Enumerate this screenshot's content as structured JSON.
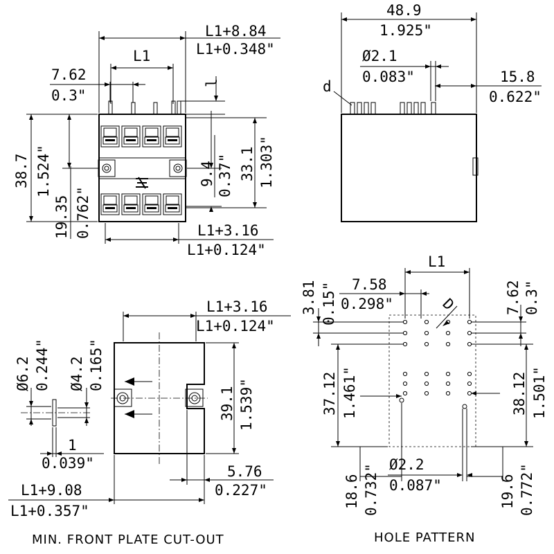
{
  "front_view": {
    "width_mm": "L1+8.84",
    "width_in": "L1+0.348\"",
    "pitch_label": "L1",
    "pin_pitch_mm": "7.62",
    "pin_pitch_in": "0.3\"",
    "pin_len": "l",
    "height_mm": "38.7",
    "height_in": "1.524\"",
    "half_height_mm": "19.35",
    "half_height_in": "0.762\"",
    "screw_offset_mm": "9.4",
    "screw_offset_in": "0.37\"",
    "body_height_mm": "33.1",
    "body_height_in": "1.303\"",
    "bottom_width_mm": "L1+3.16",
    "bottom_width_in": "L1+0.124\""
  },
  "side_view": {
    "width_mm": "48.9",
    "width_in": "1.925\"",
    "pin_dia_mm": "Ø2.1",
    "pin_dia_in": "0.083\"",
    "offset_mm": "15.8",
    "offset_in": "0.622\"",
    "d_label": "d"
  },
  "cutout": {
    "caption": "MIN. FRONT PLATE CUT-OUT",
    "width_mm": "L1+3.16",
    "width_in": "L1+0.124\"",
    "height_mm": "39.1",
    "height_in": "1.539\"",
    "flange_mm": "5.76",
    "flange_in": "0.227\"",
    "outer_mm": "L1+9.08",
    "outer_in": "L1+0.357\"",
    "washer_outer_mm": "Ø6.2",
    "washer_outer_in": "0.244\"",
    "washer_inner_mm": "Ø4.2",
    "washer_inner_in": "0.165\"",
    "washer_thk_mm": "1",
    "washer_thk_in": "0.039\""
  },
  "hole_pattern": {
    "caption": "HOLE PATTERN",
    "pitch_label": "L1",
    "row_gap_mm": "3.81",
    "row_gap_in": "0.15\"",
    "col_pitch_mm": "7.58",
    "col_pitch_in": "0.298\"",
    "d_label": "D",
    "right_pitch_mm": "7.62",
    "right_pitch_in": "0.3\"",
    "left_height_mm": "37.12",
    "left_height_in": "1.461\"",
    "right_height_mm": "38.12",
    "right_height_in": "1.501\"",
    "left_bottom_mm": "18.6",
    "left_bottom_in": "0.732\"",
    "hole_dia_mm": "Ø2.2",
    "hole_dia_in": "0.087\"",
    "right_bottom_mm": "19.6",
    "right_bottom_in": "0.772\""
  }
}
